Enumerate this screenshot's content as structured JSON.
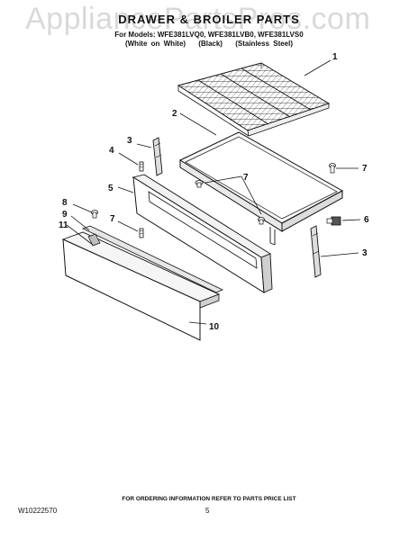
{
  "watermark": "AppliancePartsPros.com",
  "title": "DRAWER & BROILER PARTS",
  "models": "For Models: WFE381LVQ0, WFE381LVB0, WFE381LVS0",
  "variants": [
    "(White on White)",
    "(Black)",
    "(Stainless Steel)"
  ],
  "callouts": [
    "1",
    "2",
    "3",
    "4",
    "5",
    "7",
    "7",
    "8",
    "9",
    "11",
    "7",
    "6",
    "3",
    "10"
  ],
  "footer": {
    "order_note": "FOR ORDERING INFORMATION REFER TO PARTS PRICE LIST",
    "doc_number": "W10222570",
    "page_number": "5"
  },
  "colors": {
    "ink": "#111111",
    "watermark": "#aaaaaa",
    "background": "#ffffff"
  }
}
